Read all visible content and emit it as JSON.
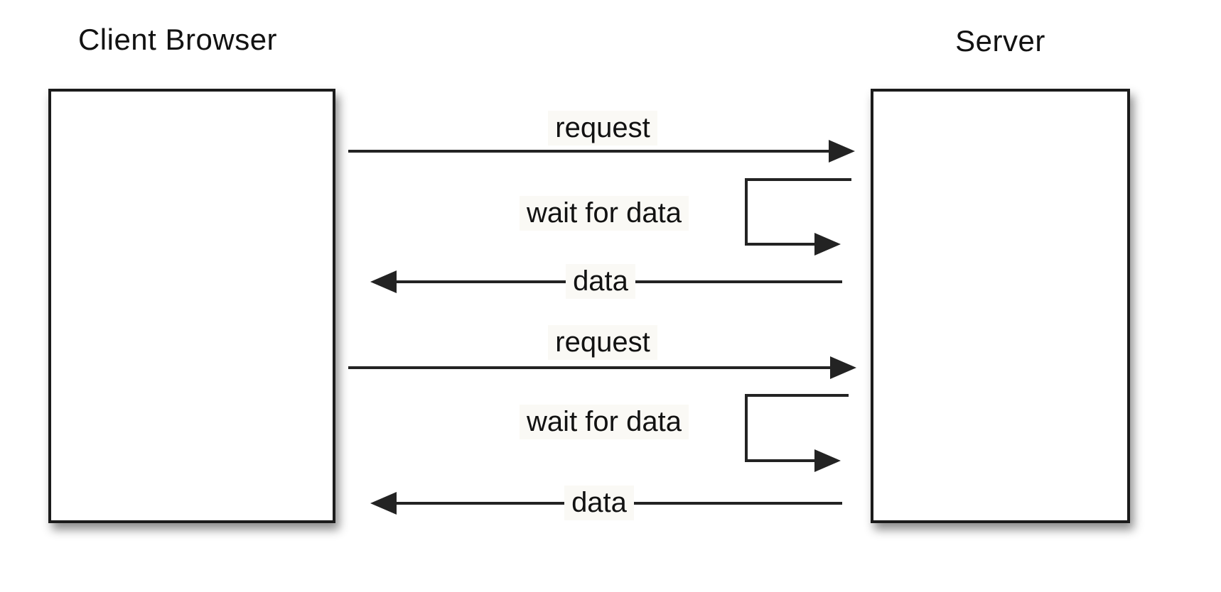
{
  "diagram": {
    "type": "sequence",
    "actors": [
      {
        "id": "client",
        "label": "Client Browser"
      },
      {
        "id": "server",
        "label": "Server"
      }
    ],
    "messages": [
      {
        "label": "request",
        "from": "client",
        "to": "server",
        "kind": "arrow-right"
      },
      {
        "label": "wait for data",
        "at": "server",
        "kind": "self-loop"
      },
      {
        "label": "data",
        "from": "server",
        "to": "client",
        "kind": "arrow-left"
      },
      {
        "label": "request",
        "from": "client",
        "to": "server",
        "kind": "arrow-right"
      },
      {
        "label": "wait for data",
        "at": "server",
        "kind": "self-loop"
      },
      {
        "label": "data",
        "from": "server",
        "to": "client",
        "kind": "arrow-left"
      }
    ],
    "colors": {
      "line": "#232323",
      "text": "#121212",
      "box_border": "#1b1b1b",
      "box_fill": "#ffffff",
      "background": "#ffffff"
    }
  }
}
